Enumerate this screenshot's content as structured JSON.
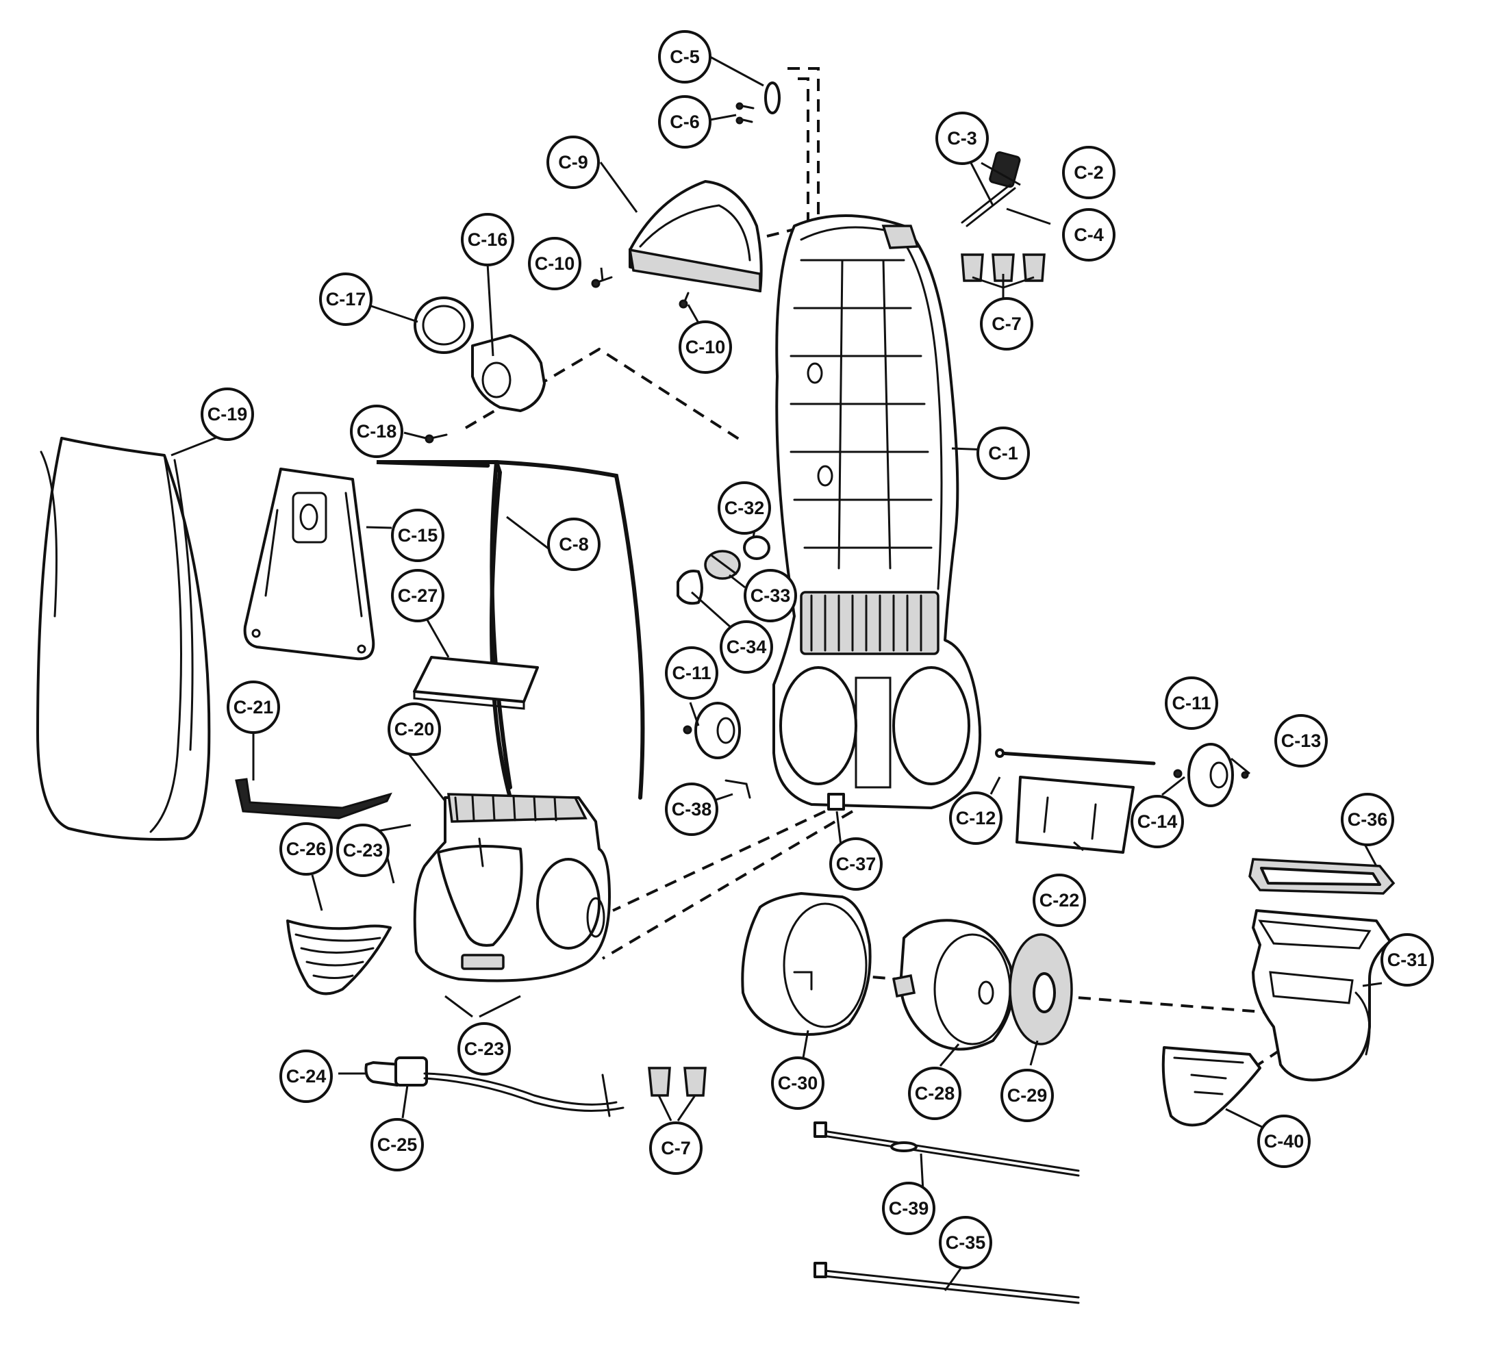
{
  "diagram": {
    "callouts": [
      {
        "id": "c1",
        "label": "C-1"
      },
      {
        "id": "c2",
        "label": "C-2"
      },
      {
        "id": "c3",
        "label": "C-3"
      },
      {
        "id": "c4",
        "label": "C-4"
      },
      {
        "id": "c5",
        "label": "C-5"
      },
      {
        "id": "c6",
        "label": "C-6"
      },
      {
        "id": "c7a",
        "label": "C-7"
      },
      {
        "id": "c7b",
        "label": "C-7"
      },
      {
        "id": "c8",
        "label": "C-8"
      },
      {
        "id": "c9",
        "label": "C-9"
      },
      {
        "id": "c10a",
        "label": "C-10"
      },
      {
        "id": "c10b",
        "label": "C-10"
      },
      {
        "id": "c11a",
        "label": "C-11"
      },
      {
        "id": "c11b",
        "label": "C-11"
      },
      {
        "id": "c12",
        "label": "C-12"
      },
      {
        "id": "c13",
        "label": "C-13"
      },
      {
        "id": "c14",
        "label": "C-14"
      },
      {
        "id": "c15",
        "label": "C-15"
      },
      {
        "id": "c16",
        "label": "C-16"
      },
      {
        "id": "c17",
        "label": "C-17"
      },
      {
        "id": "c18",
        "label": "C-18"
      },
      {
        "id": "c19",
        "label": "C-19"
      },
      {
        "id": "c20",
        "label": "C-20"
      },
      {
        "id": "c21",
        "label": "C-21"
      },
      {
        "id": "c22",
        "label": "C-22"
      },
      {
        "id": "c23a",
        "label": "C-23"
      },
      {
        "id": "c23b",
        "label": "C-23"
      },
      {
        "id": "c24",
        "label": "C-24"
      },
      {
        "id": "c25",
        "label": "C-25"
      },
      {
        "id": "c26",
        "label": "C-26"
      },
      {
        "id": "c27",
        "label": "C-27"
      },
      {
        "id": "c28",
        "label": "C-28"
      },
      {
        "id": "c29",
        "label": "C-29"
      },
      {
        "id": "c30",
        "label": "C-30"
      },
      {
        "id": "c31",
        "label": "C-31"
      },
      {
        "id": "c32",
        "label": "C-32"
      },
      {
        "id": "c33",
        "label": "C-33"
      },
      {
        "id": "c34",
        "label": "C-34"
      },
      {
        "id": "c35",
        "label": "C-35"
      },
      {
        "id": "c36",
        "label": "C-36"
      },
      {
        "id": "c37",
        "label": "C-37"
      },
      {
        "id": "c38",
        "label": "C-38"
      },
      {
        "id": "c39",
        "label": "C-39"
      },
      {
        "id": "c40",
        "label": "C-40"
      }
    ]
  }
}
